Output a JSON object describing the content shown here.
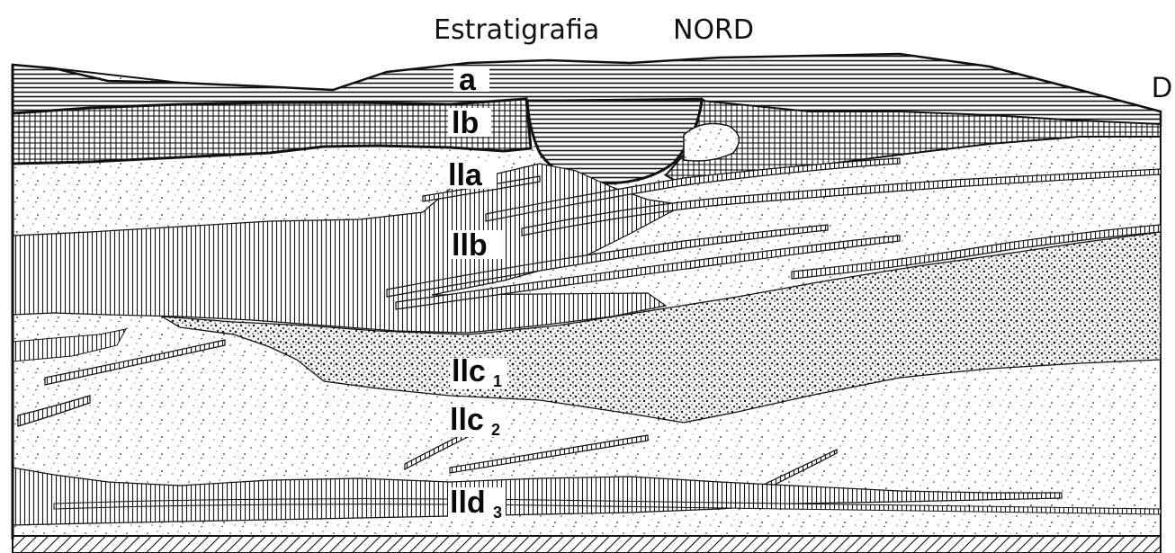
{
  "title": {
    "left": "Estratigrafia",
    "right": "NORD"
  },
  "corner_label": "D",
  "layers": [
    {
      "id": "a",
      "text": "a",
      "sub": ""
    },
    {
      "id": "lb",
      "text": "lb",
      "sub": ""
    },
    {
      "id": "lla",
      "text": "lla",
      "sub": ""
    },
    {
      "id": "llb",
      "text": "llb",
      "sub": ""
    },
    {
      "id": "llc1",
      "text": "llc",
      "sub": "1"
    },
    {
      "id": "llc2",
      "text": "llc",
      "sub": "2"
    },
    {
      "id": "lld3",
      "text": "lld",
      "sub": "3"
    }
  ],
  "colors": {
    "ink": "#111111",
    "paper": "#ffffff",
    "speckle_dense": "#1a1a1a"
  }
}
